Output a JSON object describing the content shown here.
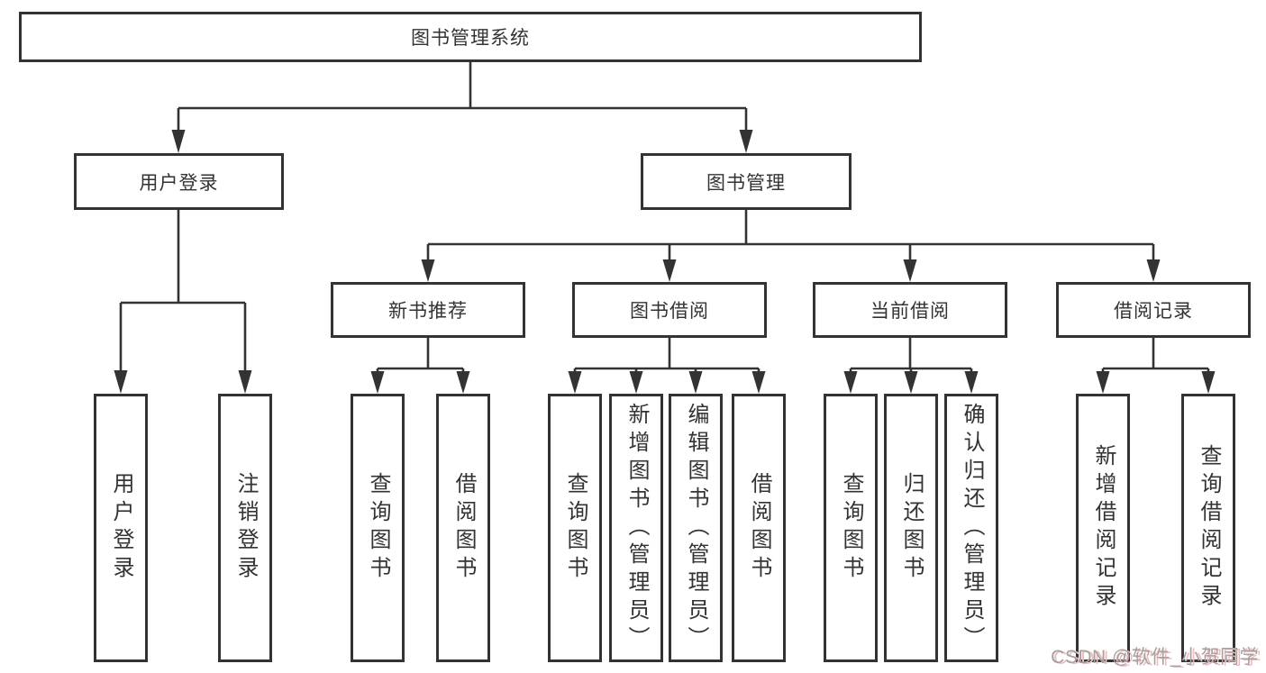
{
  "diagram": {
    "title_node": {
      "label": "图书管理系统"
    },
    "user_login": {
      "label": "用户登录",
      "children": [
        {
          "label": "用户登录"
        },
        {
          "label": "注销登录"
        }
      ]
    },
    "book_mgmt": {
      "label": "图书管理",
      "children": [
        {
          "label": "新书推荐",
          "children": [
            {
              "label": "查询图书"
            },
            {
              "label": "借阅图书"
            }
          ]
        },
        {
          "label": "图书借阅",
          "children": [
            {
              "label": "查询图书"
            },
            {
              "label": "新增图书（管理员）"
            },
            {
              "label": "编辑图书（管理员）"
            },
            {
              "label": "借阅图书"
            }
          ]
        },
        {
          "label": "当前借阅",
          "children": [
            {
              "label": "查询图书"
            },
            {
              "label": "归还图书"
            },
            {
              "label": "确认归还（管理员）"
            }
          ]
        },
        {
          "label": "借阅记录",
          "children": [
            {
              "label": "新增借阅记录"
            },
            {
              "label": "查询借阅记录"
            }
          ]
        }
      ]
    },
    "colors": {
      "line": "#333333",
      "box_border": "#333333",
      "text": "#333333",
      "background": "#ffffff",
      "watermark_text": "#a2a2a2",
      "watermark_shadow": "#f3baba"
    }
  },
  "watermark": {
    "text": "CSDN @软件_小贺同学"
  }
}
